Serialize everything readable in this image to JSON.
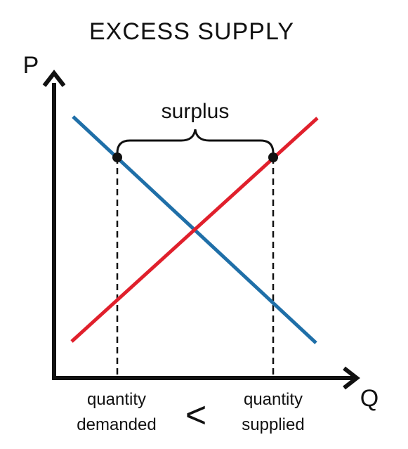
{
  "title": "EXCESS SUPPLY",
  "y_axis_label": "P",
  "x_axis_label": "Q",
  "surplus_label": "surplus",
  "quantity_demanded_label": [
    "quantity",
    "demanded"
  ],
  "quantity_supplied_label": [
    "quantity",
    "supplied"
  ],
  "comparison_symbol": "<",
  "colors": {
    "demand_curve": "#1f6fa8",
    "supply_curve": "#e0202c",
    "axes": "#111111",
    "guides": "#111111"
  }
}
